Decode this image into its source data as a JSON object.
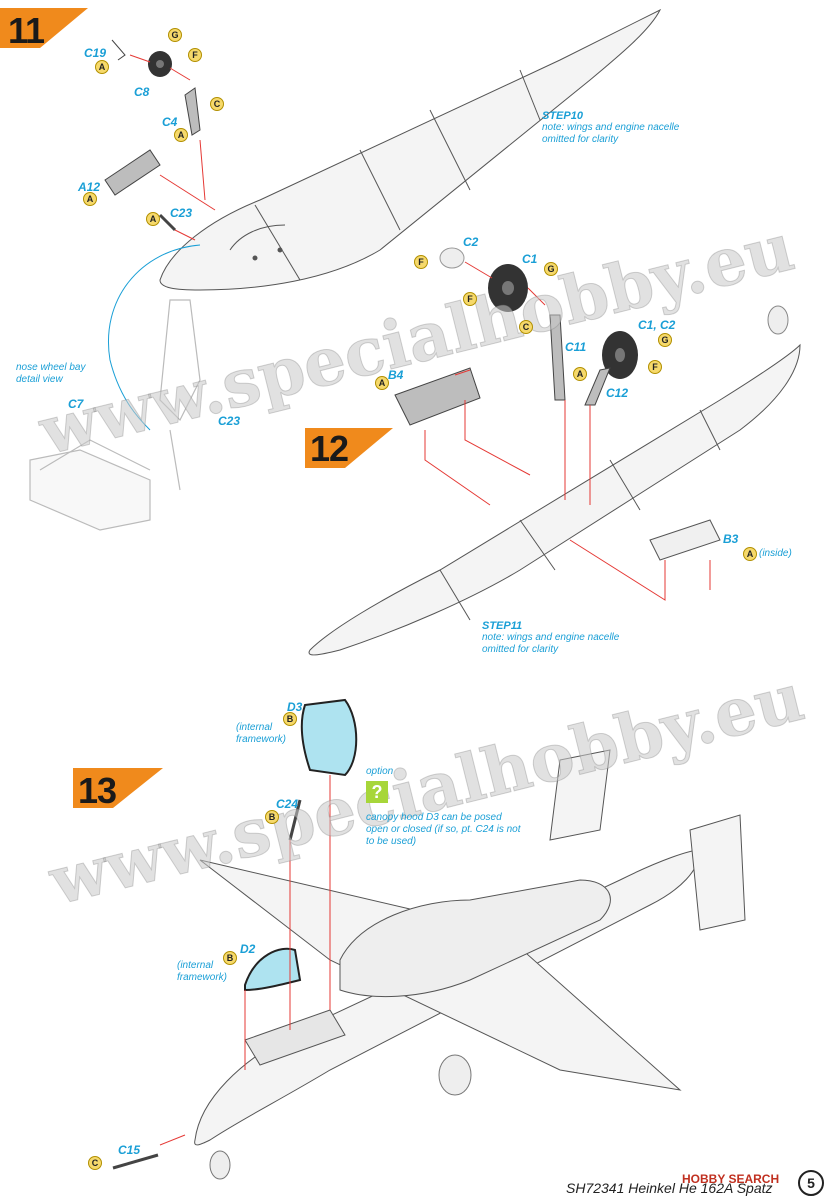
{
  "steps": [
    {
      "number": "11",
      "color": "#f08a1c"
    },
    {
      "number": "12",
      "color": "#f08a1c"
    },
    {
      "number": "13",
      "color": "#f08a1c"
    }
  ],
  "parts": {
    "c19": "C19",
    "c8": "C8",
    "c4": "C4",
    "a12": "A12",
    "c23": "C23",
    "c7": "C7",
    "c23b": "C23",
    "c2": "C2",
    "c1": "C1",
    "c11": "C11",
    "c1c2": "C1, C2",
    "c12": "C12",
    "b4": "B4",
    "b3": "B3",
    "d3": "D3",
    "c24": "C24",
    "d2": "D2",
    "c15": "C15"
  },
  "badges": {
    "b1": "A",
    "b2": "G",
    "b3": "F",
    "b4": "C",
    "b5": "A",
    "b6": "A",
    "b7": "A",
    "b8": "F",
    "b9": "G",
    "b10": "F",
    "b11": "C",
    "b12": "A",
    "b13": "G",
    "b14": "F",
    "b15": "A",
    "b16": "A",
    "b17": "B",
    "b18": "B",
    "b19": "B",
    "b20": "C"
  },
  "notes": {
    "step10_title": "STEP10",
    "step10_text": "note: wings and engine nacelle omitted for clarity",
    "step11_title": "STEP11",
    "step11_text": "note: wings and engine nacelle omitted for clarity",
    "nose_detail": "nose wheel bay detail view",
    "inside": "(inside)",
    "internal_1": "(internal framework)",
    "internal_2": "(internal framework)",
    "option_label": "option",
    "option_text": "canopy hood D3 can be posed open or closed (if so, pt. C24 is not to be used)"
  },
  "watermark": "www.specialhobby.eu",
  "footer": {
    "title": "SH72341 Heinkel He 162A Spatz",
    "brand": "HOBBY SEARCH",
    "page": "5"
  },
  "colors": {
    "accent_blue": "#1a9fd6",
    "arrow_red": "#e53935",
    "badge_yellow": "#f6d96b",
    "option_green": "#a7d63a"
  }
}
